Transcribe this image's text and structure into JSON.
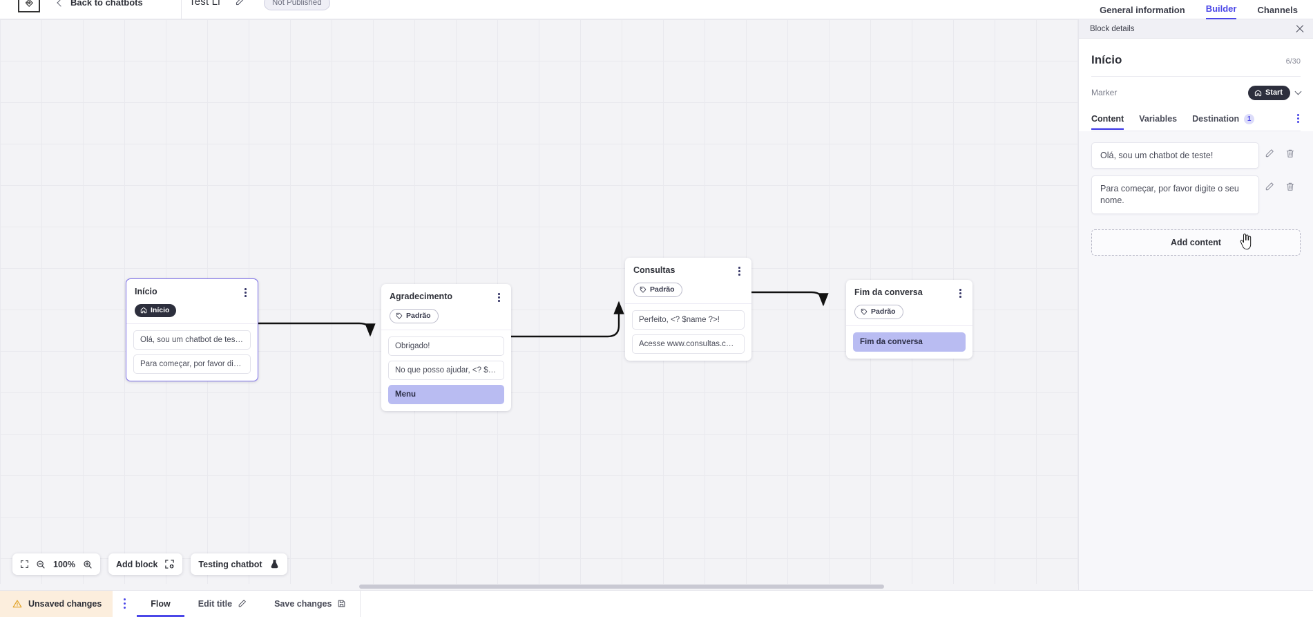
{
  "header": {
    "logo_name": "chatbot-logo",
    "back_label": "Back to chatbots",
    "bot_title": "Test Li",
    "publish_badge": "Not Published",
    "tabs": [
      {
        "label": "General information",
        "active": false
      },
      {
        "label": "Builder",
        "active": true
      },
      {
        "label": "Channels",
        "active": false
      }
    ]
  },
  "canvas": {
    "nodes": [
      {
        "id": "inicio",
        "title": "Início",
        "tag": "Início",
        "tag_style": "dark",
        "tag_icon": "home-icon",
        "selected": true,
        "items": [
          {
            "text": "Olá, sou um chatbot de teste!",
            "highlight": false
          },
          {
            "text": "Para começar, por favor digite o ...",
            "highlight": false
          }
        ]
      },
      {
        "id": "agradecimento",
        "title": "Agradecimento",
        "tag": "Padrão",
        "tag_style": "light",
        "tag_icon": "tag-icon",
        "selected": false,
        "items": [
          {
            "text": "Obrigado!",
            "highlight": false
          },
          {
            "text": "No que posso ajudar, <? $name ...",
            "highlight": false
          },
          {
            "text": "Menu",
            "highlight": true
          }
        ]
      },
      {
        "id": "consultas",
        "title": "Consultas",
        "tag": "Padrão",
        "tag_style": "light",
        "tag_icon": "tag-icon",
        "selected": false,
        "items": [
          {
            "text": "Perfeito, <? $name ?>!",
            "highlight": false
          },
          {
            "text": "Acesse www.consultas.com par...",
            "highlight": false
          }
        ]
      },
      {
        "id": "fim",
        "title": "Fim da conversa",
        "tag": "Padrão",
        "tag_style": "light",
        "tag_icon": "tag-icon",
        "selected": false,
        "items": [
          {
            "text": "Fim da conversa",
            "highlight": true
          }
        ]
      }
    ]
  },
  "toolbar": {
    "fit_icon": "fit-screen-icon",
    "zoom_out_icon": "zoom-out-icon",
    "zoom_level": "100%",
    "zoom_in_icon": "zoom-in-icon",
    "add_block_label": "Add block",
    "add_block_icon": "add-block-icon",
    "testing_label": "Testing chatbot",
    "testing_icon": "flask-icon"
  },
  "statusbar": {
    "unsaved_label": "Unsaved changes",
    "warning_icon": "warning-icon",
    "kebab_icon": "more-options-icon",
    "flow_label": "Flow",
    "edit_title_label": "Edit title",
    "edit_title_icon": "pencil-icon",
    "save_label": "Save changes",
    "save_icon": "save-icon"
  },
  "panel": {
    "topbar_label": "Block details",
    "close_icon": "close-icon",
    "title": "Início",
    "counter": "6/30",
    "marker_label": "Marker",
    "marker_value": "Start",
    "marker_icon": "home-icon",
    "marker_chevron": "chevron-down-icon",
    "tabs": [
      {
        "label": "Content",
        "active": true,
        "count": null
      },
      {
        "label": "Variables",
        "active": false,
        "count": null
      },
      {
        "label": "Destination",
        "active": false,
        "count": "1"
      }
    ],
    "tab_kebab_icon": "more-options-icon",
    "contents": [
      {
        "text": "Olá, sou um chatbot de teste!",
        "edit_icon": "pencil-icon",
        "delete_icon": "trash-icon"
      },
      {
        "text": "Para começar, por favor digite o seu nome.",
        "edit_icon": "pencil-icon",
        "delete_icon": "trash-icon"
      }
    ],
    "add_content_label": "Add content"
  },
  "colors": {
    "accent": "#4b47e8",
    "dark_pill": "#2d2f3d",
    "highlight_chip": "#b9bcf2",
    "warning_bg": "#fceedd",
    "canvas_bg": "#f3f3f6"
  }
}
